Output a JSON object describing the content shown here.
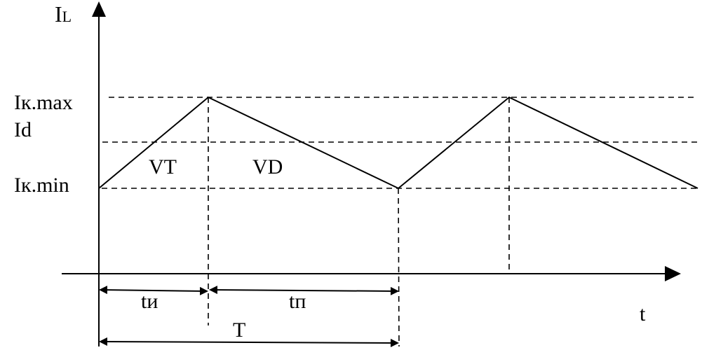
{
  "axes": {
    "y_label_main": "I",
    "y_label_sub": "L",
    "x_label": "t"
  },
  "levels": {
    "i_max": "Iк.max",
    "i_d": "Id",
    "i_min": "Iк.min"
  },
  "regions": {
    "transistor": "VT",
    "diode": "VD"
  },
  "intervals": {
    "t_on": "tи",
    "t_off": "tп",
    "period": "T"
  },
  "colors": {
    "stroke": "#000000",
    "background": "#ffffff"
  }
}
